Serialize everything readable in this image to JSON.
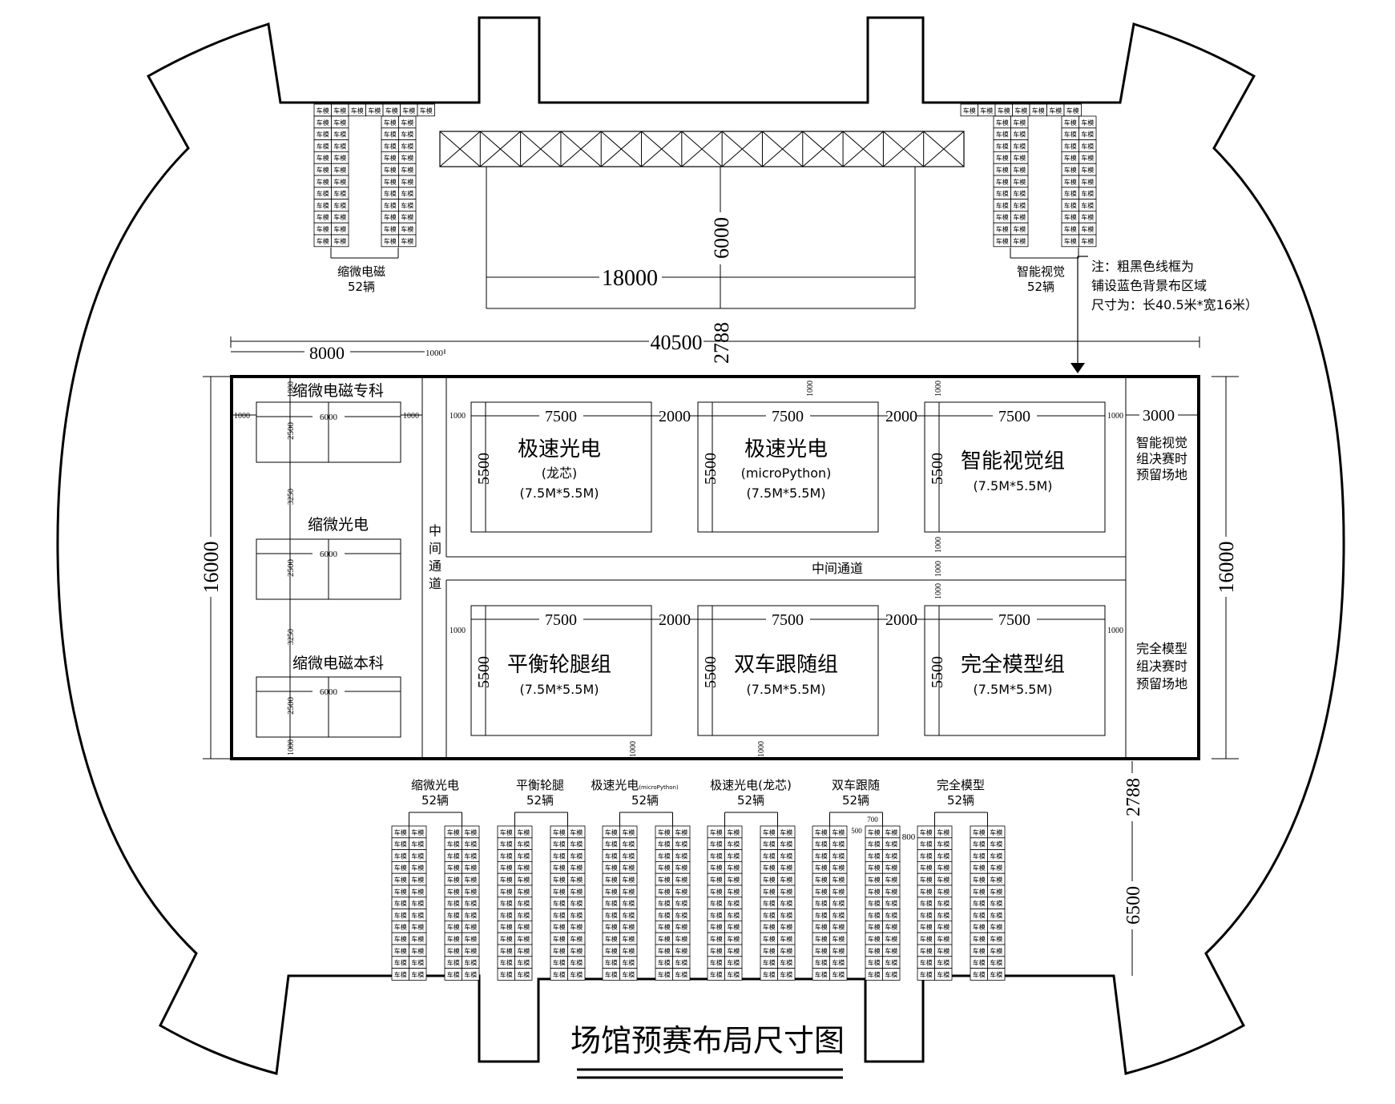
{
  "title": "场馆预赛布局尺寸图",
  "note": [
    "注：粗黑色线框为",
    "铺设蓝色背景布区域",
    "尺寸为：长40.5米*宽16米）"
  ],
  "stage": {
    "width_dim": "18000",
    "depth_dim": "6000"
  },
  "top_dims": {
    "total_width": "40500",
    "left_width": "8000",
    "left_gap": "1000",
    "gap_to_stage": "2788"
  },
  "side_dims": {
    "height_left": "16000",
    "height_right": "16000"
  },
  "bottom_dims": {
    "gap": "2788",
    "pit_depth": "6500",
    "cell_w": "700",
    "cell_h": "500",
    "gap2": "800"
  },
  "cell_label": "车模",
  "top_pits": [
    {
      "name": "缩微电磁",
      "count": "52辆"
    },
    {
      "name": "智能视觉",
      "count": "52辆"
    }
  ],
  "bottom_pits": [
    {
      "name": "缩微光电",
      "count": "52辆"
    },
    {
      "name": "平衡轮腿",
      "count": "52辆"
    },
    {
      "name": "极速光电",
      "sub": "(microPython)",
      "count": "52辆"
    },
    {
      "name": "极速光电(龙芯)",
      "count": "52辆"
    },
    {
      "name": "双车跟随",
      "count": "52辆"
    },
    {
      "name": "完全模型",
      "count": "52辆"
    }
  ],
  "left_fields": [
    {
      "name": "缩微电磁专科",
      "w": "6000",
      "h": "2500"
    },
    {
      "name": "缩微光电",
      "w": "6000",
      "h": "2500"
    },
    {
      "name": "缩微电磁本科",
      "w": "6000",
      "h": "2500"
    }
  ],
  "left_dims": {
    "m1": "1000",
    "m2": "3250",
    "m3": "3250",
    "m4": "1000"
  },
  "aisle_v": "中间通道",
  "aisle_h": "中间通道",
  "fields": [
    {
      "name": "极速光电",
      "sub": "(龙芯)",
      "size": "(7.5M*5.5M)",
      "w": "7500",
      "h": "5500"
    },
    {
      "name": "极速光电",
      "sub": "(microPython)",
      "size": "(7.5M*5.5M)",
      "w": "7500",
      "h": "5500"
    },
    {
      "name": "智能视觉组",
      "sub": "",
      "size": "(7.5M*5.5M)",
      "w": "7500",
      "h": "5500"
    },
    {
      "name": "平衡轮腿组",
      "sub": "",
      "size": "(7.5M*5.5M)",
      "w": "7500",
      "h": "5500"
    },
    {
      "name": "双车跟随组",
      "sub": "",
      "size": "(7.5M*5.5M)",
      "w": "7500",
      "h": "5500"
    },
    {
      "name": "完全模型组",
      "sub": "",
      "size": "(7.5M*5.5M)",
      "w": "7500",
      "h": "5500"
    }
  ],
  "field_dims": {
    "gap": "2000",
    "edge": "1000",
    "right_area": "3000"
  },
  "reserved": [
    [
      "智能视觉",
      "组决赛时",
      "预留场地"
    ],
    [
      "完全模型",
      "组决赛时",
      "预留场地"
    ]
  ]
}
